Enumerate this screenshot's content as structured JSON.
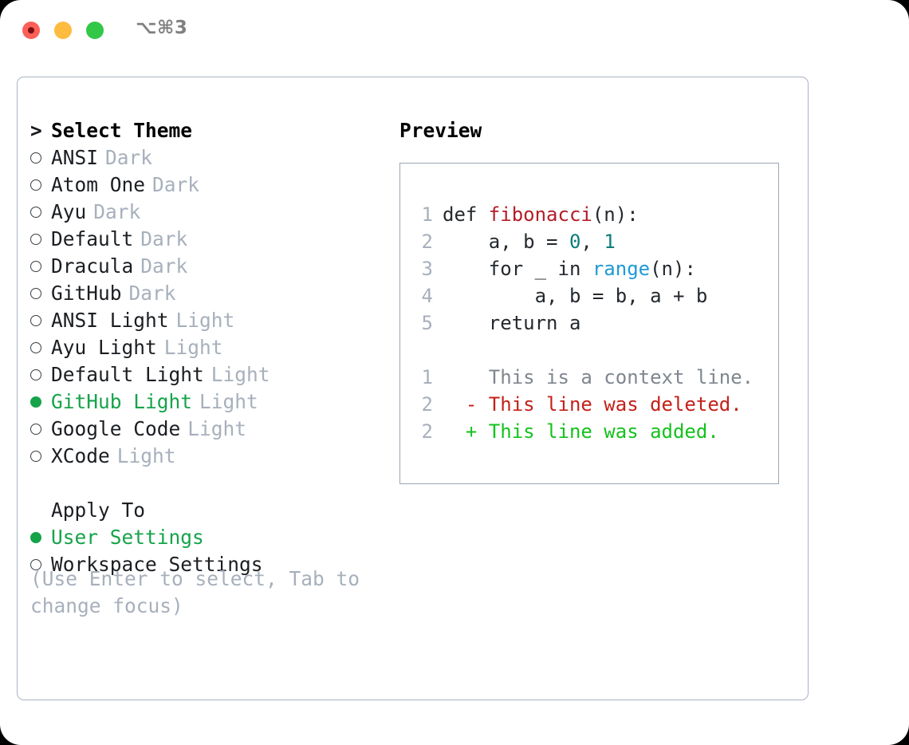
{
  "titlebar": {
    "shortcut": "⌥⌘3",
    "buttons": {
      "close": "close-button",
      "minimize": "minimize-button",
      "maximize": "maximize-button"
    }
  },
  "theme_list": {
    "header": {
      "marker": ">",
      "label": "Select Theme"
    },
    "items": [
      {
        "marker": "○",
        "label": "ANSI",
        "suffix": "Dark",
        "selected": false
      },
      {
        "marker": "○",
        "label": "Atom One",
        "suffix": "Dark",
        "selected": false
      },
      {
        "marker": "○",
        "label": "Ayu",
        "suffix": "Dark",
        "selected": false
      },
      {
        "marker": "○",
        "label": "Default",
        "suffix": "Dark",
        "selected": false
      },
      {
        "marker": "○",
        "label": "Dracula",
        "suffix": "Dark",
        "selected": false
      },
      {
        "marker": "○",
        "label": "GitHub",
        "suffix": "Dark",
        "selected": false
      },
      {
        "marker": "○",
        "label": "ANSI Light",
        "suffix": "Light",
        "selected": false
      },
      {
        "marker": "○",
        "label": "Ayu Light",
        "suffix": "Light",
        "selected": false
      },
      {
        "marker": "○",
        "label": "Default Light",
        "suffix": "Light",
        "selected": false
      },
      {
        "marker": "●",
        "label": "GitHub Light",
        "suffix": "Light",
        "selected": true
      },
      {
        "marker": "○",
        "label": "Google Code",
        "suffix": "Light",
        "selected": false
      },
      {
        "marker": "○",
        "label": "XCode",
        "suffix": "Light",
        "selected": false
      }
    ]
  },
  "apply_to": {
    "header": {
      "label": "Apply To"
    },
    "items": [
      {
        "marker": "●",
        "label": "User Settings",
        "selected": true
      },
      {
        "marker": "○",
        "label": "Workspace Settings",
        "selected": false
      }
    ]
  },
  "hint": {
    "line1": "(Use Enter to select, Tab to",
    "line2": "change focus)"
  },
  "preview": {
    "title": "Preview",
    "code_lines": [
      {
        "num": "1",
        "tokens": [
          {
            "t": "def ",
            "c": "plain"
          },
          {
            "t": "fibonacci",
            "c": "fn"
          },
          {
            "t": "(n):",
            "c": "plain"
          }
        ]
      },
      {
        "num": "2",
        "tokens": [
          {
            "t": "    a, b = ",
            "c": "plain"
          },
          {
            "t": "0",
            "c": "num"
          },
          {
            "t": ", ",
            "c": "plain"
          },
          {
            "t": "1",
            "c": "num"
          }
        ]
      },
      {
        "num": "3",
        "tokens": [
          {
            "t": "    for _ in ",
            "c": "plain"
          },
          {
            "t": "range",
            "c": "call"
          },
          {
            "t": "(n):",
            "c": "plain"
          }
        ]
      },
      {
        "num": "4",
        "tokens": [
          {
            "t": "        a, b = b, a + b",
            "c": "plain"
          }
        ]
      },
      {
        "num": "5",
        "tokens": [
          {
            "t": "    return a",
            "c": "plain"
          }
        ]
      }
    ],
    "diff_lines": [
      {
        "num": "1",
        "sign": "  ",
        "text": "This is a context line.",
        "kind": "ctx"
      },
      {
        "num": "2",
        "sign": "- ",
        "text": "This line was deleted.",
        "kind": "del"
      },
      {
        "num": "2",
        "sign": "+ ",
        "text": "This line was added.",
        "kind": "add"
      }
    ]
  },
  "colors": {
    "accent_green": "#16a34a",
    "muted": "#a7b0bc",
    "panel_border": "#a9b4c2",
    "preview_border": "#9aa5b4",
    "fn_red": "#b31d28",
    "num_teal": "#0e7c7b",
    "call_blue": "#1e9ad6",
    "diff_del": "#c4211a",
    "diff_add": "#14c21c",
    "traffic_red": "#fc6058",
    "traffic_yellow": "#fdbc40",
    "traffic_green": "#33c748"
  }
}
